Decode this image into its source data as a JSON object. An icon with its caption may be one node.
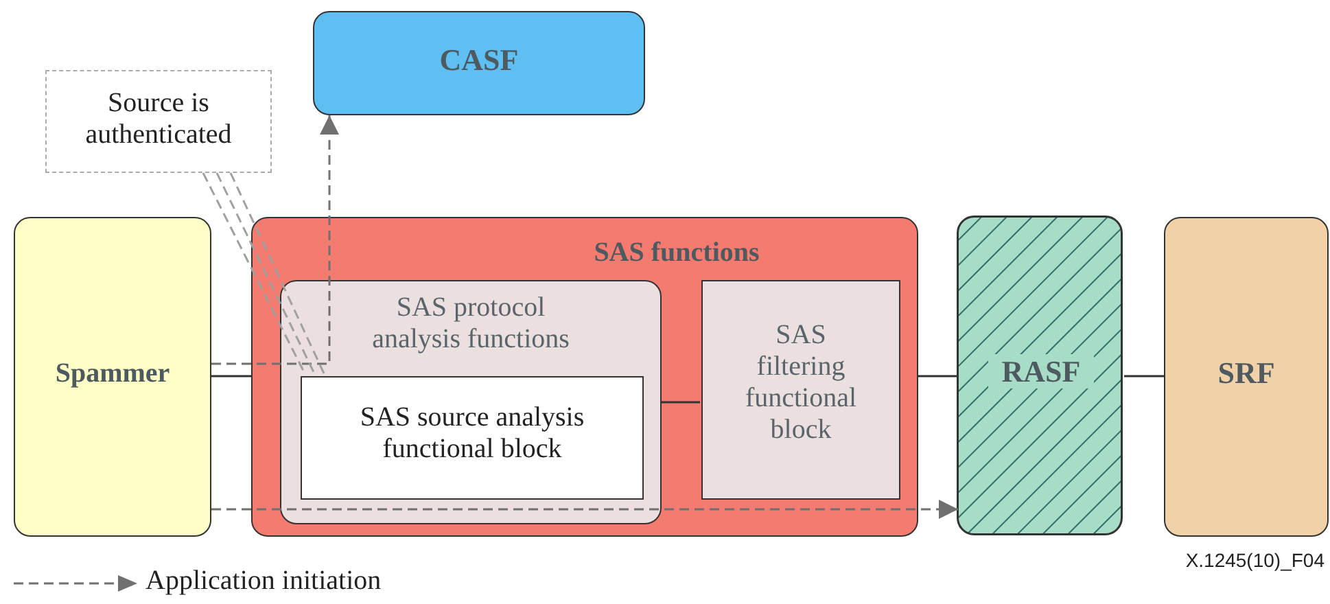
{
  "diagram": {
    "nodes": [
      {
        "text": [
          "CASF"
        ]
      },
      {
        "text": [
          "Source is authenticated"
        ]
      },
      {
        "text": [
          "Spammer"
        ]
      },
      {
        "text": [
          "SAS functions"
        ]
      },
      {
        "text": [
          "SAS protocol analysis functions"
        ],
        "in": 3
      },
      {
        "text": [
          "SAS source analysis functional block"
        ],
        "in": 4
      },
      {
        "text": [
          "SAS filtering functional block"
        ],
        "in": 3
      },
      {
        "text": [
          "RASF"
        ]
      },
      {
        "text": [
          "SRF"
        ]
      }
    ],
    "edges": [
      {
        "from": 2,
        "to": 3,
        "arrow": "none"
      },
      {
        "from": 4,
        "to": 6,
        "arrow": "none"
      },
      {
        "from": 3,
        "to": 7,
        "arrow": "none"
      },
      {
        "from": 7,
        "to": 8,
        "arrow": "none"
      },
      {
        "from": 2,
        "to": 0,
        "arrow": "to",
        "style": "dashed",
        "color": "#707070"
      },
      {
        "from": 2,
        "to": 7,
        "arrow": "to",
        "style": "dashed",
        "color": "#707070"
      },
      {
        "from": 1,
        "to": 5,
        "arrow": "none",
        "style": "dashed",
        "color": "#a0a0a0"
      },
      {
        "from": 1,
        "to": 5,
        "arrow": "none",
        "style": "dashed",
        "color": "#a0a0a0"
      },
      {
        "from": 1,
        "to": 5,
        "arrow": "none",
        "style": "dashed",
        "color": "#a0a0a0"
      }
    ],
    "labels": [
      "X.1245(10)_F04"
    ],
    "legend": [
      {
        "text": "Application initiation"
      }
    ]
  }
}
